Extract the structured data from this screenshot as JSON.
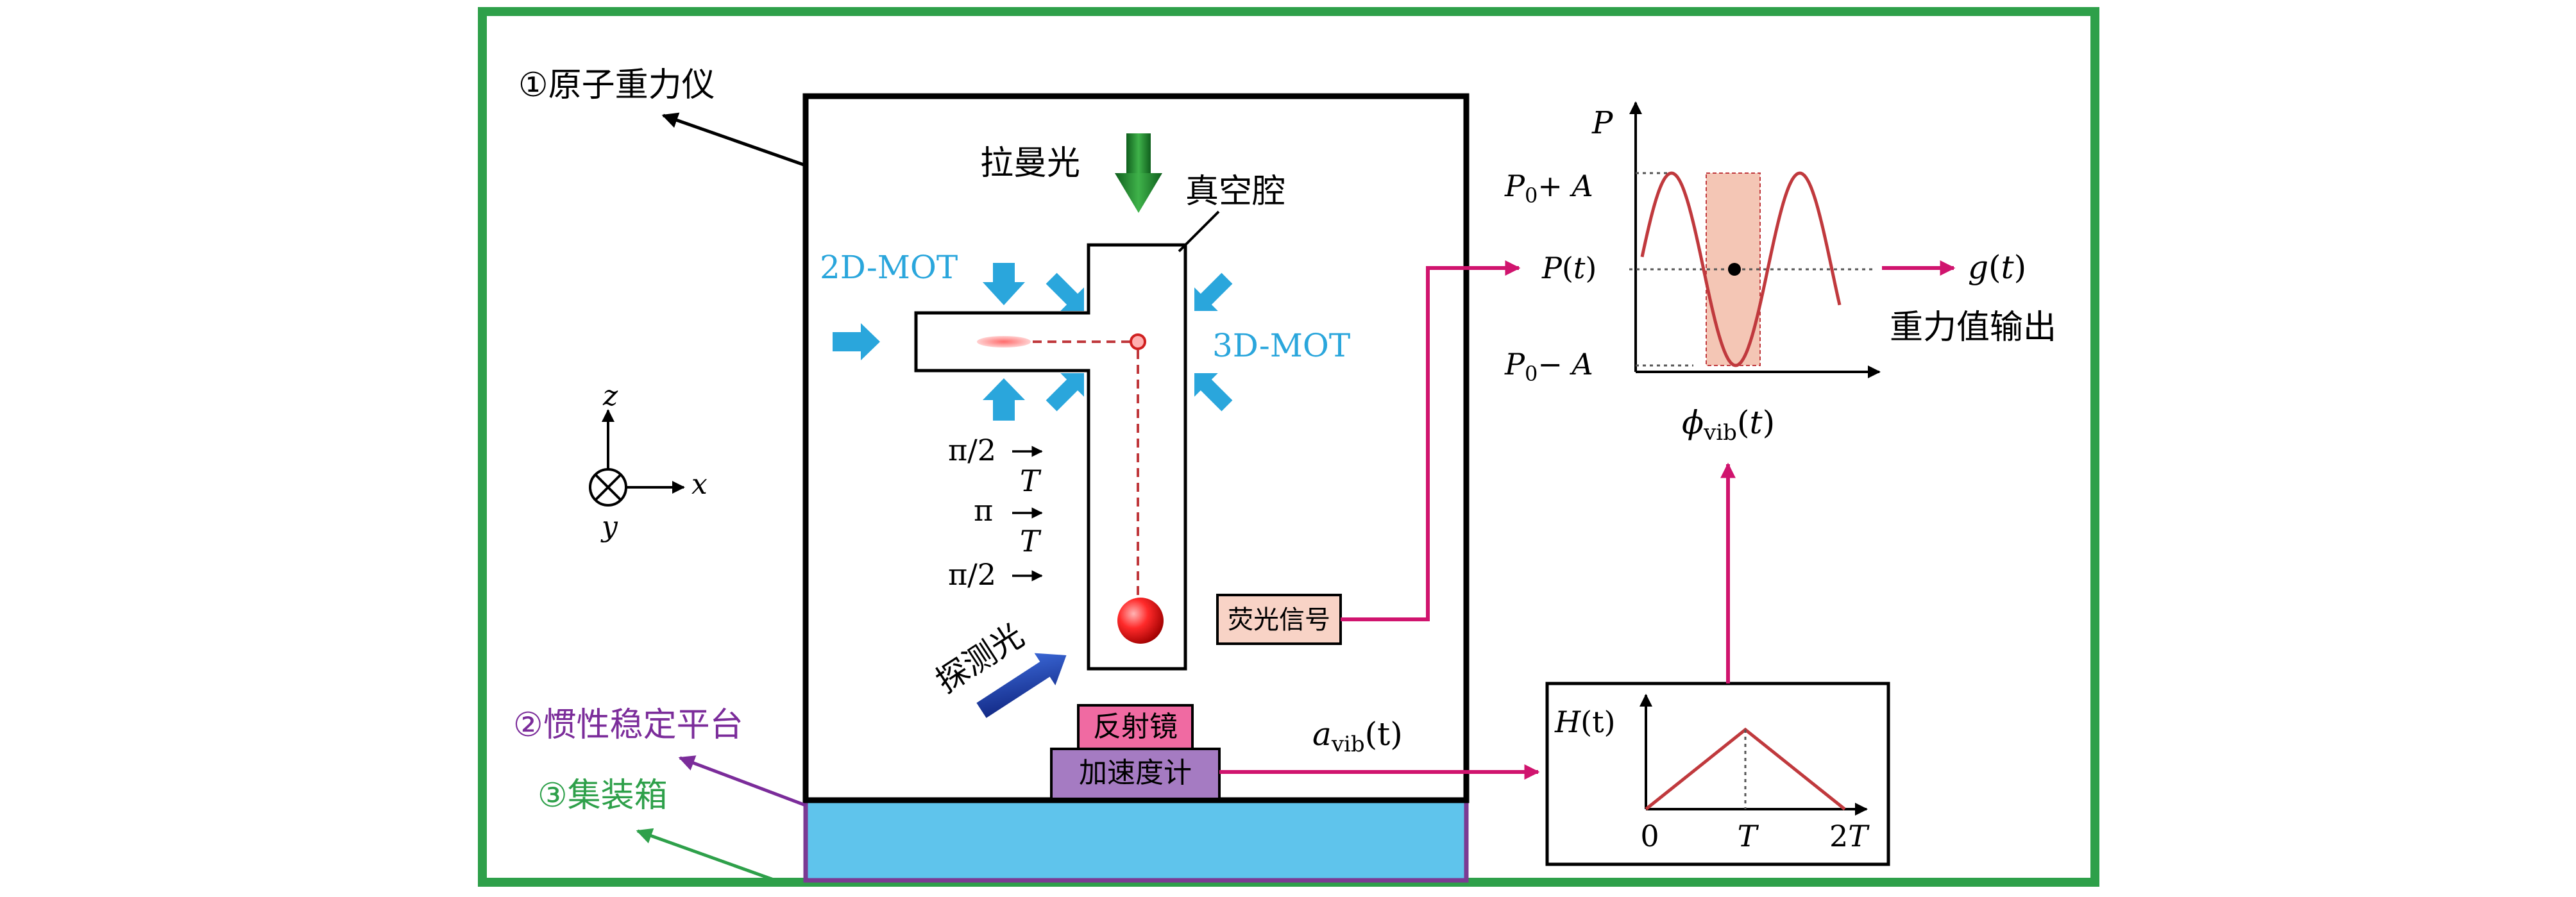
{
  "labels": {
    "atom_gravimeter": "①原子重力仪",
    "inertial_platform": "②惯性稳定平台",
    "container": "③集装箱",
    "raman_light": "拉曼光",
    "vacuum_chamber": "真空腔",
    "mot_2d": "2D-MOT",
    "mot_3d": "3D-MOT",
    "probe_light": "探测光",
    "fluorescence_signal": "荧光信号",
    "mirror": "反射镜",
    "accelerometer": "加速度计",
    "gravity_output": "重力值输出",
    "a_vib": "a_vib(t)",
    "g_t": "g(t)",
    "phi_vib": "φ_vib(t)"
  },
  "pulse_sequence": {
    "pulse1": "π/2",
    "gap1": "T",
    "pulse2": "π",
    "gap2": "T",
    "pulse3": "π/2"
  },
  "axes_3d": {
    "z": "z",
    "x": "x",
    "y": "y"
  },
  "chart_data": [
    {
      "type": "line",
      "name": "fringe",
      "ylabel": "P",
      "xlabel": "φ_vib(t)",
      "y_ticks": [
        "P0+A",
        "P(t)",
        "P0−A"
      ],
      "series": [
        {
          "values": []
        }
      ],
      "colors": {
        "curve": "#c0393d",
        "band": "#f4c6b5"
      }
    },
    {
      "type": "line",
      "name": "H(t)",
      "ylabel": "H(t)",
      "x_ticks": [
        "0",
        "T",
        "2T"
      ],
      "x": [
        0,
        1,
        2
      ],
      "y": [
        0,
        1,
        0
      ],
      "colors": {
        "curve": "#c0393d"
      }
    }
  ],
  "colors": {
    "container_border": "#2ea04a",
    "mot_arrows": "#2aa6dc",
    "signal_line": "#d0146e",
    "raman_arrow": "#1f8a2f",
    "probe_arrow": "#1c3fb2",
    "platform": "#5fc4ec",
    "platform_border": "#7b3a93",
    "mirror_fill": "#f06aa2",
    "accelerometer_fill": "#a57bc2",
    "fluor_fill": "#f8d3c6",
    "purple_text": "#7b2c9a",
    "green_text": "#2ea04a"
  }
}
